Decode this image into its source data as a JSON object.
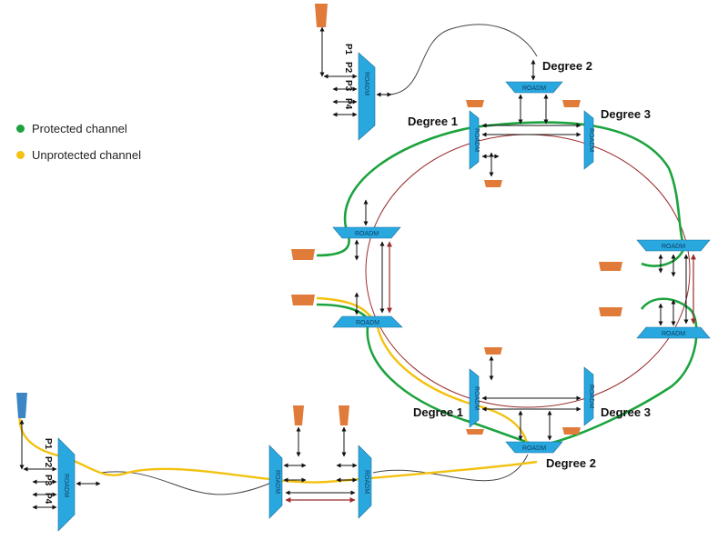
{
  "legend": {
    "protected": {
      "label": "Protected channel",
      "color": "#1ca33e"
    },
    "unprotected": {
      "label": "Unprotected channel",
      "color": "#f3c10f"
    }
  },
  "roadm_label": "ROADM",
  "degree_labels": {
    "top_1": "Degree 1",
    "top_2": "Degree 2",
    "top_3": "Degree 3",
    "bottom_1": "Degree 1",
    "bottom_2": "Degree 2",
    "bottom_3": "Degree 3"
  },
  "port_labels": [
    "P1",
    "P2",
    "P3",
    "P4"
  ],
  "colors": {
    "roadm": "#29a8e0",
    "transponder": "#e07b39",
    "client": "#3d86c6",
    "ring": "#9b2c2c",
    "fiber": "#444444"
  }
}
